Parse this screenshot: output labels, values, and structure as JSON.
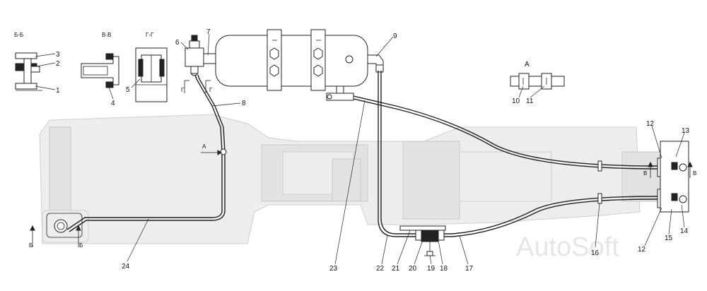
{
  "diagram": {
    "sections": {
      "bb": "Б-Б",
      "vv": "В-В",
      "gg": "Г-Г",
      "a": "А"
    },
    "markers": {
      "g_left": "Г",
      "g_right": "Г",
      "b_left": "Б",
      "b_right": "Б",
      "v_left": "В",
      "v_right": "В",
      "a_arrow": "А"
    },
    "callouts": [
      "1",
      "2",
      "3",
      "4",
      "5",
      "6",
      "7",
      "8",
      "9",
      "10",
      "11",
      "12",
      "12",
      "13",
      "14",
      "15",
      "16",
      "17",
      "18",
      "19",
      "20",
      "21",
      "22",
      "23",
      "24"
    ],
    "watermark": "AutoSoft"
  }
}
